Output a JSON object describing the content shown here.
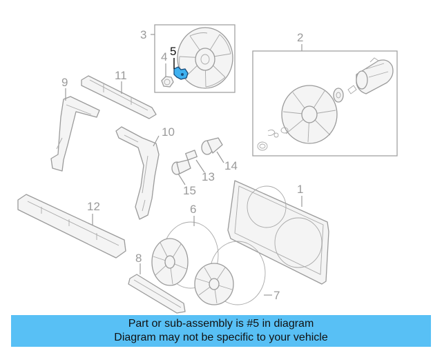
{
  "callouts": {
    "c1": "1",
    "c2": "2",
    "c3": "3",
    "c4": "4",
    "c5": "5",
    "c6": "6",
    "c7": "7",
    "c8": "8",
    "c9": "9",
    "c10": "10",
    "c11": "11",
    "c12": "12",
    "c13": "13",
    "c14": "14",
    "c15": "15"
  },
  "highlight_part": "5",
  "colors": {
    "highlight": "#3fb1f0",
    "banner": "#58c0f5",
    "line_art": "#9a9a9a"
  },
  "banner": {
    "line1": "Part or sub-assembly is #5 in diagram",
    "line2": "Diagram may not be specific to your vehicle"
  }
}
